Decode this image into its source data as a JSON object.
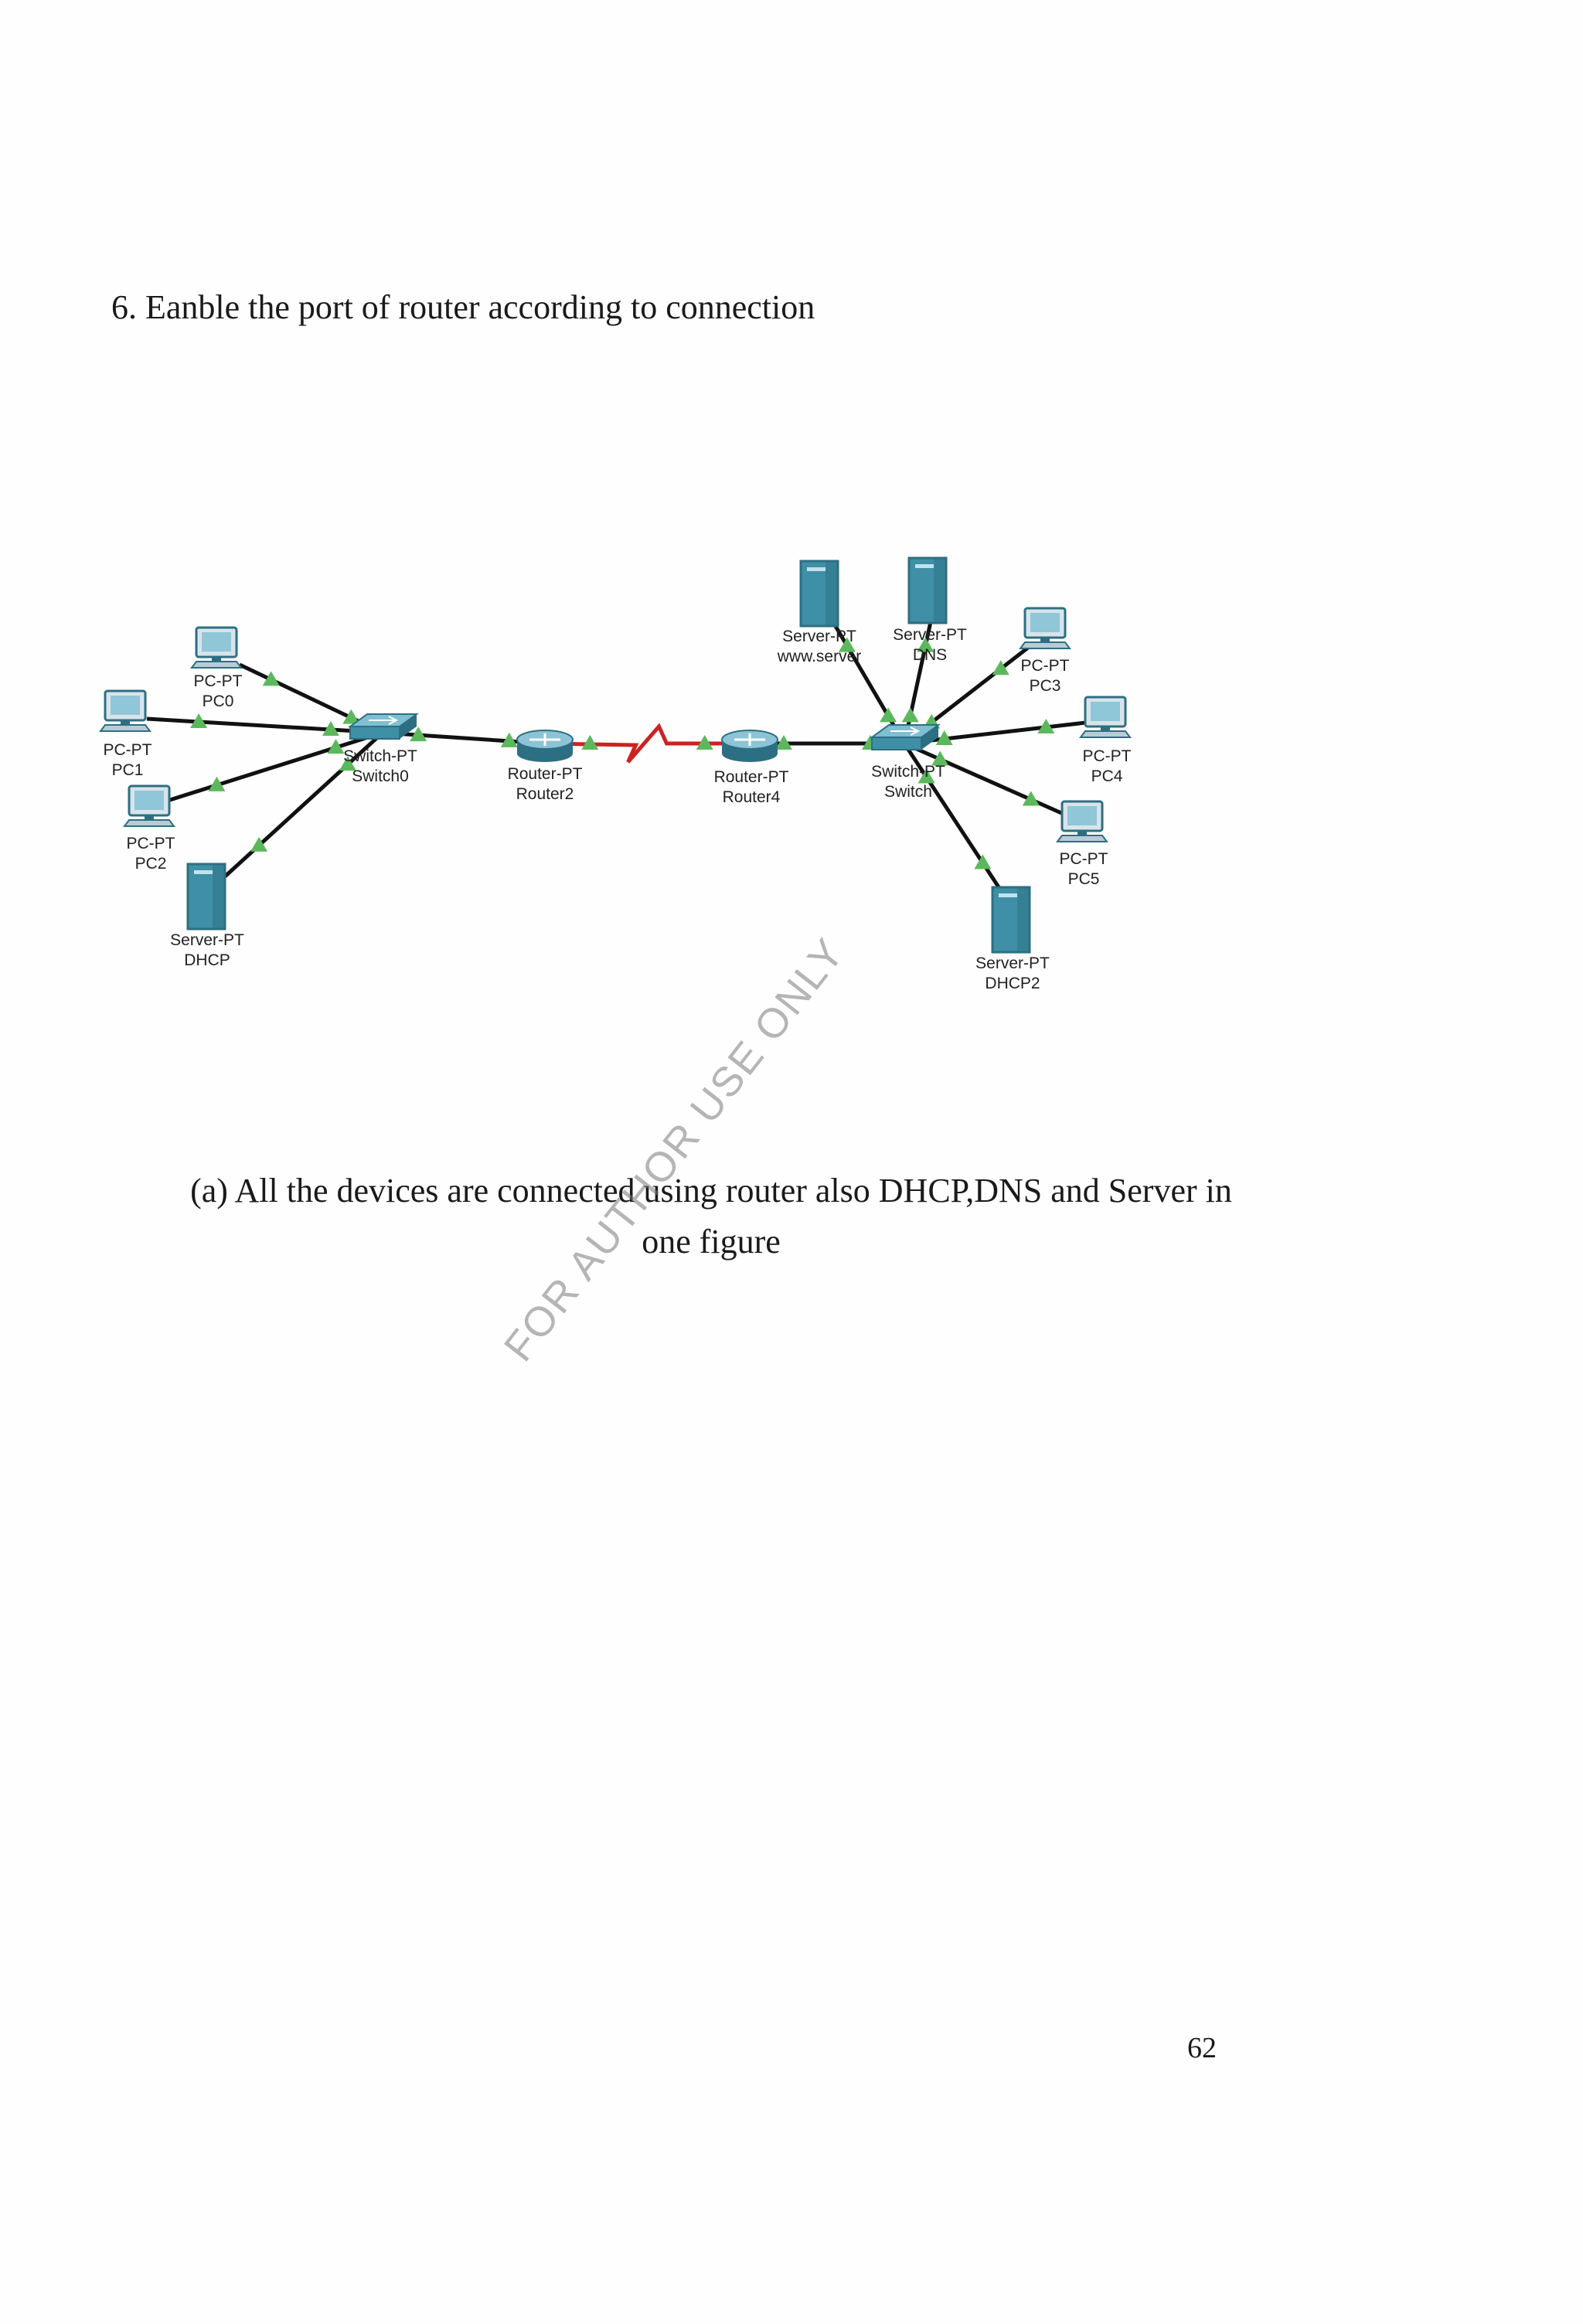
{
  "heading": "6. Eanble the port of router according to connection",
  "diagram": {
    "devices": [
      {
        "id": "pc0",
        "type": "pc",
        "model": "PC-PT",
        "name": "PC0"
      },
      {
        "id": "pc1",
        "type": "pc",
        "model": "PC-PT",
        "name": "PC1"
      },
      {
        "id": "pc2",
        "type": "pc",
        "model": "PC-PT",
        "name": "PC2"
      },
      {
        "id": "dhcp",
        "type": "server",
        "model": "Server-PT",
        "name": "DHCP"
      },
      {
        "id": "switch0",
        "type": "switch",
        "model": "Switch-PT",
        "name": "Switch0"
      },
      {
        "id": "router2",
        "type": "router",
        "model": "Router-PT",
        "name": "Router2"
      },
      {
        "id": "router4",
        "type": "router",
        "model": "Router-PT",
        "name": "Router4"
      },
      {
        "id": "switch",
        "type": "switch",
        "model": "Switch-PT",
        "name": "Switch"
      },
      {
        "id": "www",
        "type": "server",
        "model": "Server-PT",
        "name": "www.server"
      },
      {
        "id": "dns",
        "type": "server",
        "model": "Server-PT",
        "name": "DNS"
      },
      {
        "id": "pc3",
        "type": "pc",
        "model": "PC-PT",
        "name": "PC3"
      },
      {
        "id": "pc4",
        "type": "pc",
        "model": "PC-PT",
        "name": "PC4"
      },
      {
        "id": "pc5",
        "type": "pc",
        "model": "PC-PT",
        "name": "PC5"
      },
      {
        "id": "dhcp2",
        "type": "server",
        "model": "Server-PT",
        "name": "DHCP2"
      }
    ],
    "links": [
      {
        "from": "pc0",
        "to": "switch0",
        "kind": "ethernet"
      },
      {
        "from": "pc1",
        "to": "switch0",
        "kind": "ethernet"
      },
      {
        "from": "pc2",
        "to": "switch0",
        "kind": "ethernet"
      },
      {
        "from": "dhcp",
        "to": "switch0",
        "kind": "ethernet"
      },
      {
        "from": "switch0",
        "to": "router2",
        "kind": "ethernet"
      },
      {
        "from": "router2",
        "to": "router4",
        "kind": "serial"
      },
      {
        "from": "router4",
        "to": "switch",
        "kind": "ethernet"
      },
      {
        "from": "www",
        "to": "switch",
        "kind": "ethernet"
      },
      {
        "from": "dns",
        "to": "switch",
        "kind": "ethernet"
      },
      {
        "from": "pc3",
        "to": "switch",
        "kind": "ethernet"
      },
      {
        "from": "pc4",
        "to": "switch",
        "kind": "ethernet"
      },
      {
        "from": "pc5",
        "to": "switch",
        "kind": "ethernet"
      },
      {
        "from": "dhcp2",
        "to": "switch",
        "kind": "ethernet"
      }
    ],
    "colors": {
      "ethernet": "#111111",
      "serial": "#cc2222",
      "port_up": "#5cb85c",
      "device": "#3f8fa6",
      "device_dark": "#2d6f82"
    }
  },
  "caption": {
    "line1": "(a) All the devices are connected using router also DHCP,DNS and Server in",
    "line2": "one figure"
  },
  "watermark": "FOR AUTHOR USE ONLY",
  "page_number": "62"
}
